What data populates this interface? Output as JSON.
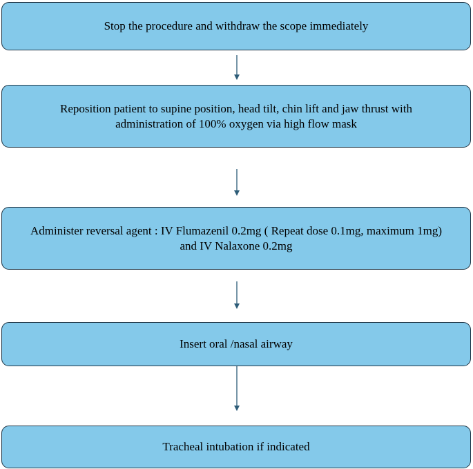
{
  "flowchart": {
    "steps": [
      {
        "text": "Stop the procedure and withdraw the scope immediately"
      },
      {
        "text": "Reposition patient to supine position, head tilt, chin lift and jaw thrust with administration of 100% oxygen via high flow mask"
      },
      {
        "text": "Administer reversal agent : IV Flumazenil 0.2mg ( Repeat dose 0.1mg, maximum 1mg) and IV Nalaxone 0.2mg"
      },
      {
        "text": "Insert oral /nasal airway"
      },
      {
        "text": "Tracheal intubation if indicated"
      }
    ]
  },
  "colors": {
    "box_fill": "#84c9ea",
    "box_border": "#1f3545",
    "arrow": "#2e5d78"
  }
}
